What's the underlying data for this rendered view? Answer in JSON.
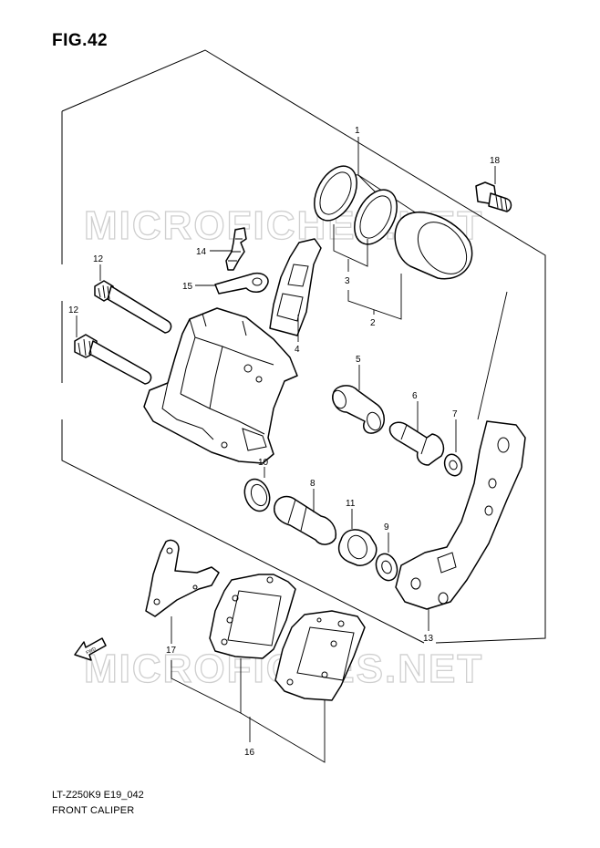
{
  "figure": {
    "title": "FIG.42",
    "model_code": "LT-Z250K9 E19_042",
    "caption": "FRONT CALIPER",
    "watermark": "MICROFICHES.NET",
    "fwd_label": "FWD"
  },
  "callouts": {
    "c1": "1",
    "c2": "2",
    "c3": "3",
    "c4": "4",
    "c5": "5",
    "c6": "6",
    "c7": "7",
    "c8": "8",
    "c9": "9",
    "c10": "10",
    "c11": "11",
    "c12a": "12",
    "c12b": "12",
    "c13": "13",
    "c14": "14",
    "c15": "15",
    "c16": "16",
    "c17": "17",
    "c18": "18"
  }
}
